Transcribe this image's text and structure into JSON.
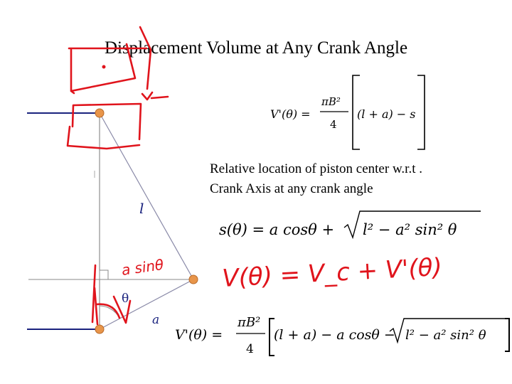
{
  "slide": {
    "title": "Displacement Volume at Any Crank Angle",
    "note_line1": "Relative location of piston center w.r.t .",
    "note_line2": "Crank Axis at any crank angle"
  },
  "diagram": {
    "label_rod": "l",
    "label_crank": "a",
    "label_angle": "θ",
    "point_color": "#e8954a",
    "line_color": "#8a8aa8"
  },
  "equations": {
    "eq1": {
      "lhs": "V'(θ) =",
      "frac_num": "πB²",
      "frac_den": "4",
      "body": "(l + a) − s"
    },
    "eq2": {
      "lhs": "s(θ) = a cosθ +",
      "radicand": "l² − a² sin² θ"
    },
    "eq3": {
      "lhs": "V'(θ) =",
      "frac_num": "πB²",
      "frac_den": "4",
      "body": "(l + a) − a cosθ −",
      "radicand": "l² − a² sin² θ"
    }
  },
  "handwriting": {
    "a_sin_theta": "a sinθ",
    "volume_eq": "V(θ) = V_c + V'(θ)",
    "ink_color": "#e0141c"
  }
}
